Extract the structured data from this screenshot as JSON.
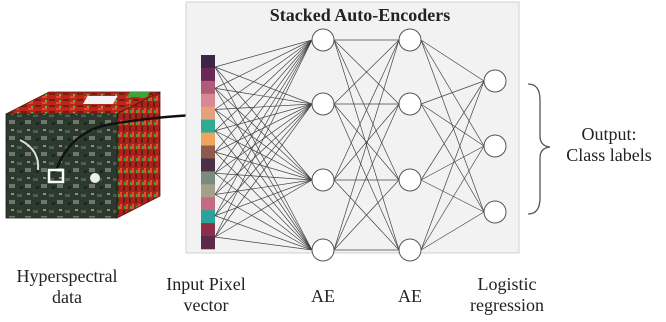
{
  "title": "Stacked Auto-Encoders",
  "output_label": [
    "Output:",
    "Class labels"
  ],
  "bottom_labels": {
    "hyperspectral": [
      "Hyperspectral",
      "data"
    ],
    "input_vector": [
      "Input Pixel",
      "vector"
    ],
    "ae_1": "AE",
    "ae_2": "AE",
    "logistic": [
      "Logistic",
      "regression"
    ]
  },
  "network": {
    "input_vector_cell_colors": [
      "#3c2548",
      "#6a2a55",
      "#b35a78",
      "#d98893",
      "#e3a27d",
      "#2fa98f",
      "#f0a35c",
      "#8e5a4a",
      "#4b3047",
      "#7a8c7e",
      "#a7a089",
      "#c46a85",
      "#2aa39a",
      "#8c2e4a",
      "#5a2a48"
    ],
    "layer_node_counts": [
      15,
      4,
      4,
      3
    ]
  },
  "colors": {
    "panel_fill": "#f2f2f2",
    "panel_stroke": "#d0d0d0",
    "edge": "#444444",
    "node_fill": "#ffffff",
    "node_stroke": "#555555",
    "cube_front_dark": "#2b3a2d",
    "cube_red": "#c0281e",
    "cube_green": "#3fa33a"
  }
}
